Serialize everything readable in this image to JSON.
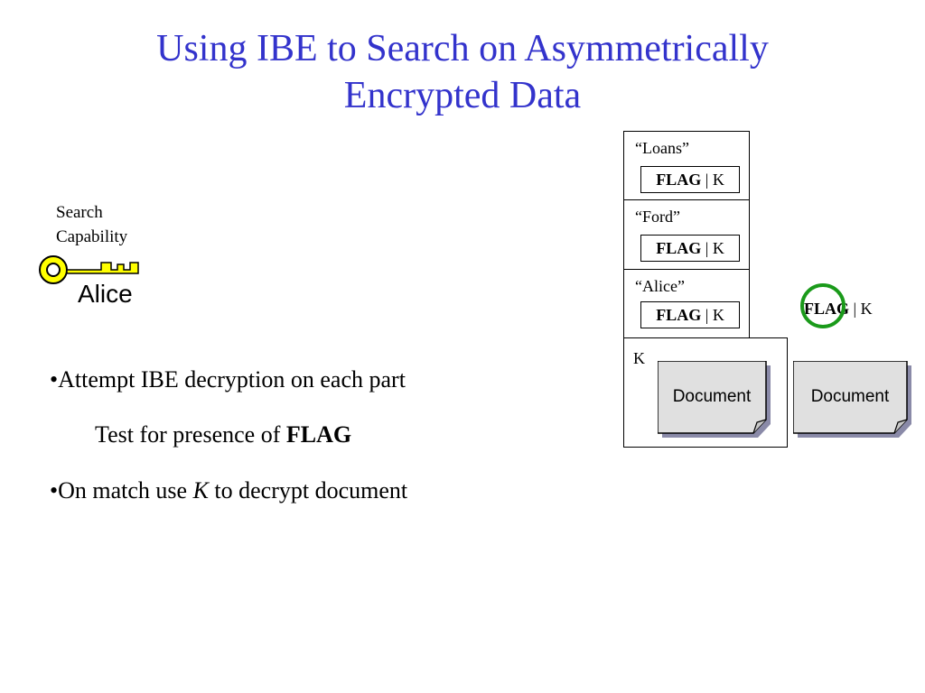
{
  "slide": {
    "title_line1": "Using IBE to Search on Asymmetrically",
    "title_line2": "Encrypted Data"
  },
  "key_panel": {
    "label_line1": "Search",
    "label_line2": "Capability",
    "owner": "Alice"
  },
  "bullets": {
    "b1": "•Attempt IBE decryption on each part",
    "b2_text": "Test for presence of ",
    "b2_bold": "FLAG",
    "b3_text1": "•On match use ",
    "b3_italic": "K",
    "b3_text2": " to decrypt document"
  },
  "ciphertext": {
    "rows": [
      {
        "keyword": "“Loans”",
        "flag": "FLAG",
        "sep": " | ",
        "k": "K"
      },
      {
        "keyword": "“Ford”",
        "flag": "FLAG",
        "sep": " | ",
        "k": "K"
      },
      {
        "keyword": "“Alice”",
        "flag": "FLAG",
        "sep": " | ",
        "k": "K"
      }
    ],
    "doc_row_label": "K",
    "doc_label": "Document"
  },
  "result": {
    "flag": "FLAG",
    "sep": " | ",
    "k": "K",
    "doc_label": "Document",
    "highlight_color": "#1a9a1a"
  }
}
